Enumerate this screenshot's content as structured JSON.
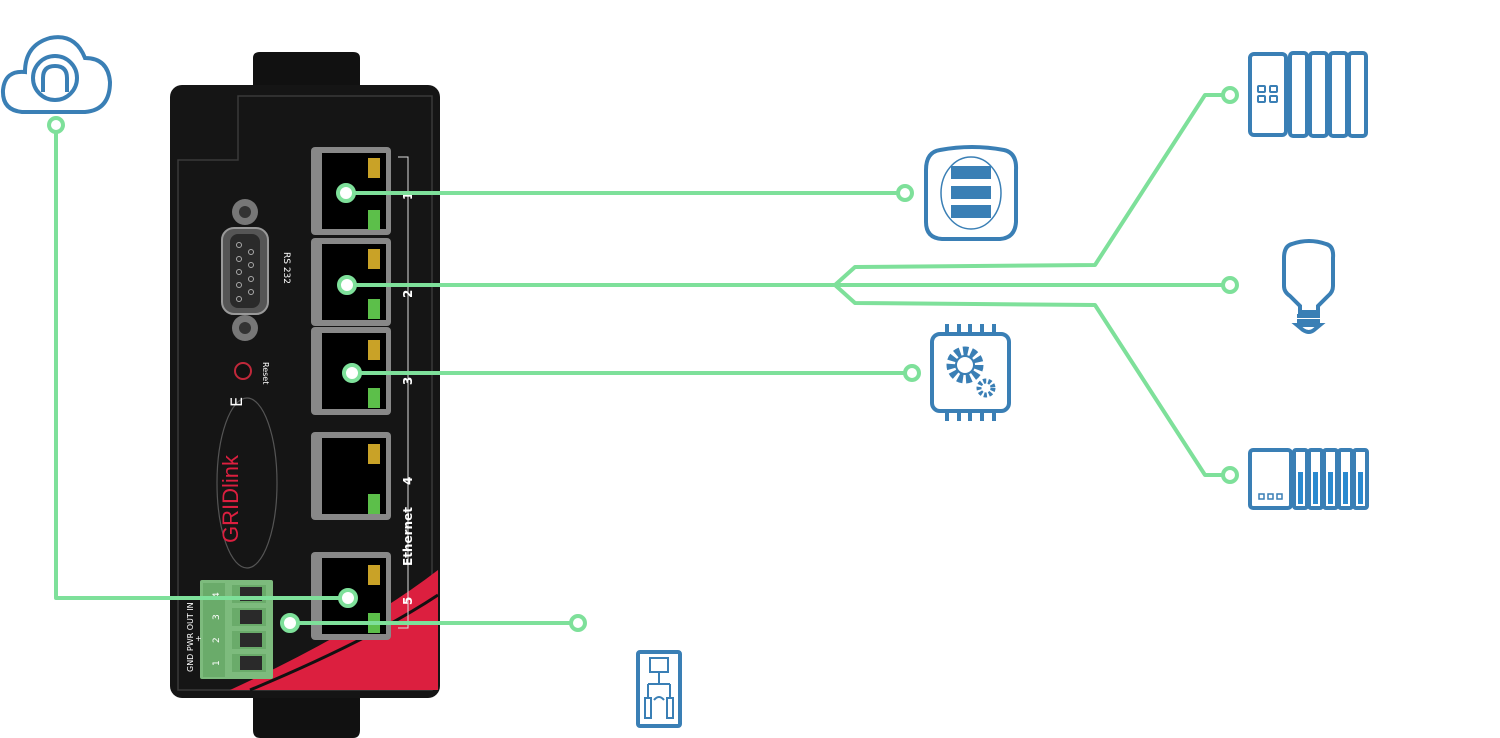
{
  "device": {
    "brand_logo": "GRIDlink",
    "serial_port_label": "RS 232",
    "reset_label": "Reset",
    "ethernet_label": "Ethernet",
    "ports": [
      "1",
      "2",
      "3",
      "4",
      "5"
    ],
    "terminal_header": "GND PWR OUT IN",
    "terminal_plus": "+",
    "terminals": [
      "1",
      "2",
      "3",
      "4"
    ]
  },
  "connected_devices": [
    "cloud-icon",
    "energy-meter-icon",
    "plc-rack-icon",
    "light-bulb-icon",
    "controller-chip-icon",
    "io-module-rack-icon",
    "relay-board-icon"
  ],
  "colors": {
    "wire": "#7ee09a",
    "icon": "#3a7fb5",
    "device_body": "#151515",
    "brand_red": "#dc1f3f",
    "terminal_green": "#6fb26f"
  }
}
